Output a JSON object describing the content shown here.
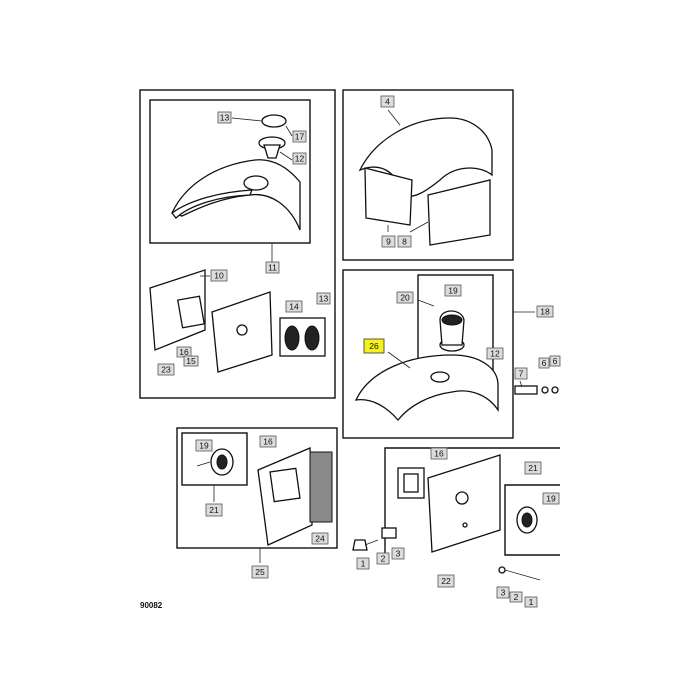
{
  "drawing_number": "90082",
  "highlight_color": "#f4f21a",
  "callout_labels": {
    "c1": "13",
    "c2": "17",
    "c3": "12",
    "c4": "11",
    "c5": "10",
    "c6": "14",
    "c7": "13",
    "c8": "16",
    "c9": "15",
    "c10": "23",
    "c11": "4",
    "c12": "9",
    "c13": "8",
    "c14": "20",
    "c15": "19",
    "c16": "18",
    "c17": "26",
    "c18": "12",
    "c19": "7",
    "c20": "6",
    "c21": "6",
    "c22": "19",
    "c23": "21",
    "c24": "16",
    "c25": "24",
    "c26": "25",
    "c27": "16",
    "c28": "21",
    "c29": "19",
    "c30": "1",
    "c31": "2",
    "c32": "3",
    "c33": "22",
    "c34": "3",
    "c35": "2",
    "c36": "1"
  }
}
